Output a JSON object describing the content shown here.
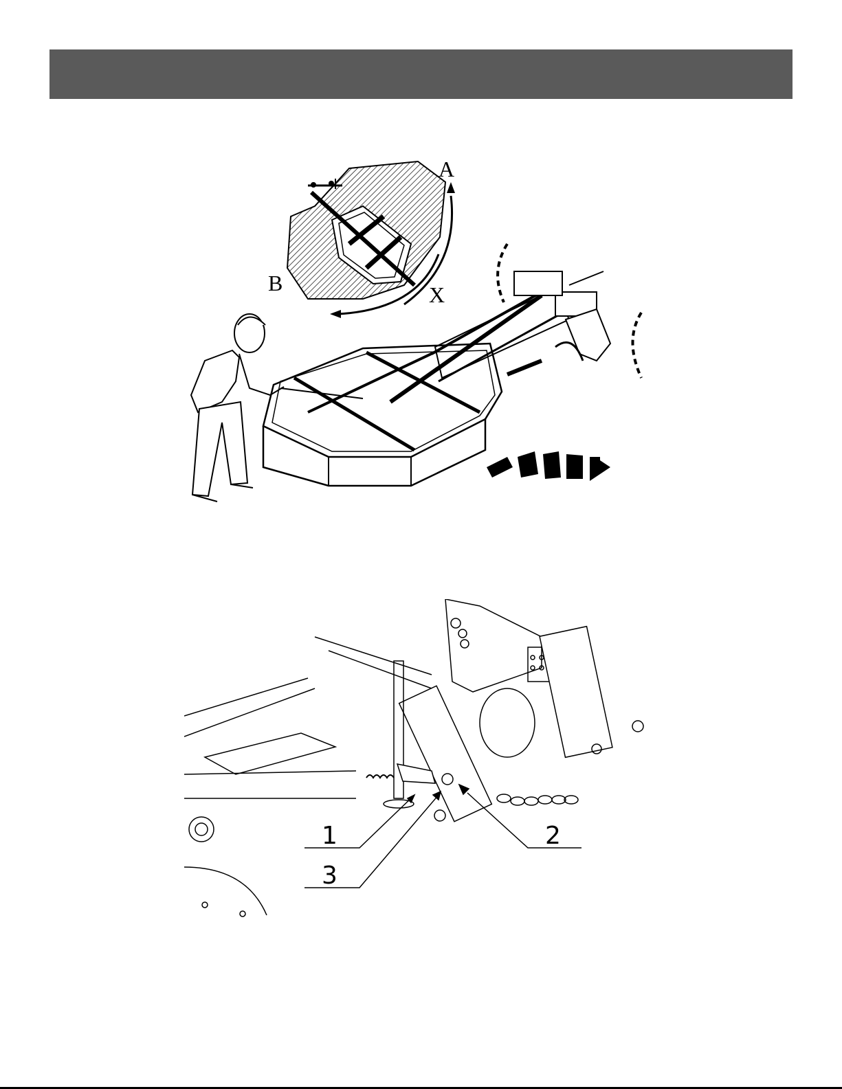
{
  "header": {
    "title": ""
  },
  "figure1": {
    "labels": {
      "a": "A",
      "b": "B",
      "x": "X"
    }
  },
  "figure2": {
    "callouts": {
      "c1": "1",
      "c2": "2",
      "c3": "3"
    }
  }
}
